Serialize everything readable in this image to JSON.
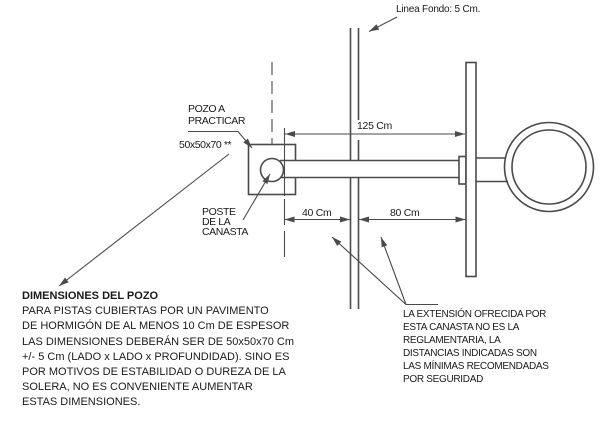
{
  "labels": {
    "linea_fondo": "Linea Fondo: 5 Cm.",
    "pozo_l1": "POZO A",
    "pozo_l2": "PRACTICAR",
    "pozo_size": "50x50x70 **",
    "poste_l1": "POSTE",
    "poste_l2": "DE LA",
    "poste_l3": "CANASTA"
  },
  "dimensions": {
    "post_to_backboard": "125 Cm",
    "post_to_baseline": "40 Cm",
    "baseline_to_backboard": "80 Cm"
  },
  "note_pozo": {
    "title": "DIMENSIONES DEL POZO",
    "l1": "PARA PISTAS CUBIERTAS POR UN PAVIMENTO",
    "l2": "DE HORMIGÓN DE AL MENOS 10 Cm DE ESPESOR",
    "l3": "LAS DIMENSIONES DEBERÁN SER DE 50x50x70 Cm",
    "l4": "+/- 5 Cm (LADO x LADO x PROFUNDIDAD). SINO ES",
    "l5": "POR MOTIVOS DE ESTABILIDAD O DUREZA DE LA",
    "l6": "SOLERA, NO ES CONVENIENTE AUMENTAR",
    "l7": "ESTAS DIMENSIONES."
  },
  "note_extension": {
    "l1": "LA EXTENSIÓN OFRECIDA POR",
    "l2": "ESTA CANASTA NO ES LA",
    "l3": "REGLAMENTARIA, LA",
    "l4": "DISTANCIAS INDICADAS SON",
    "l5": "LAS MÍNIMAS RECOMENDADAS",
    "l6": "POR SEGURIDAD"
  },
  "colors": {
    "line": "#4a4a4a",
    "text": "#1a1a1a",
    "background": "#ffffff"
  }
}
